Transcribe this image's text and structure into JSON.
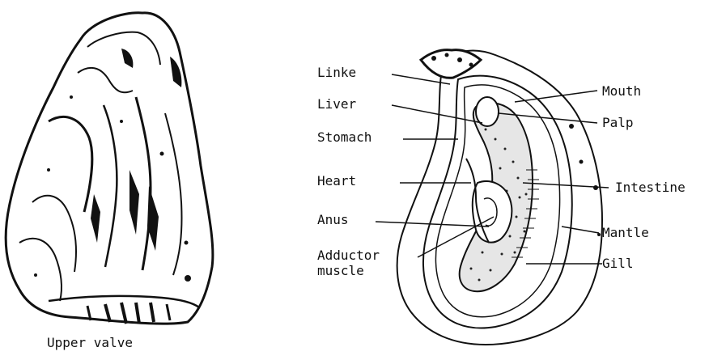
{
  "figure": {
    "caption": "Upper valve",
    "labels_left": {
      "linke": "Linke",
      "liver": "Liver",
      "stomach": "Stomach",
      "heart": "Heart",
      "anus": "Anus",
      "adductor_line1": "Adductor",
      "adductor_line2": "muscle"
    },
    "labels_right": {
      "mouth": "Mouth",
      "palp": "Palp",
      "intestine": "Intestine",
      "mantle": "Mantle",
      "gill": "Gill"
    }
  }
}
